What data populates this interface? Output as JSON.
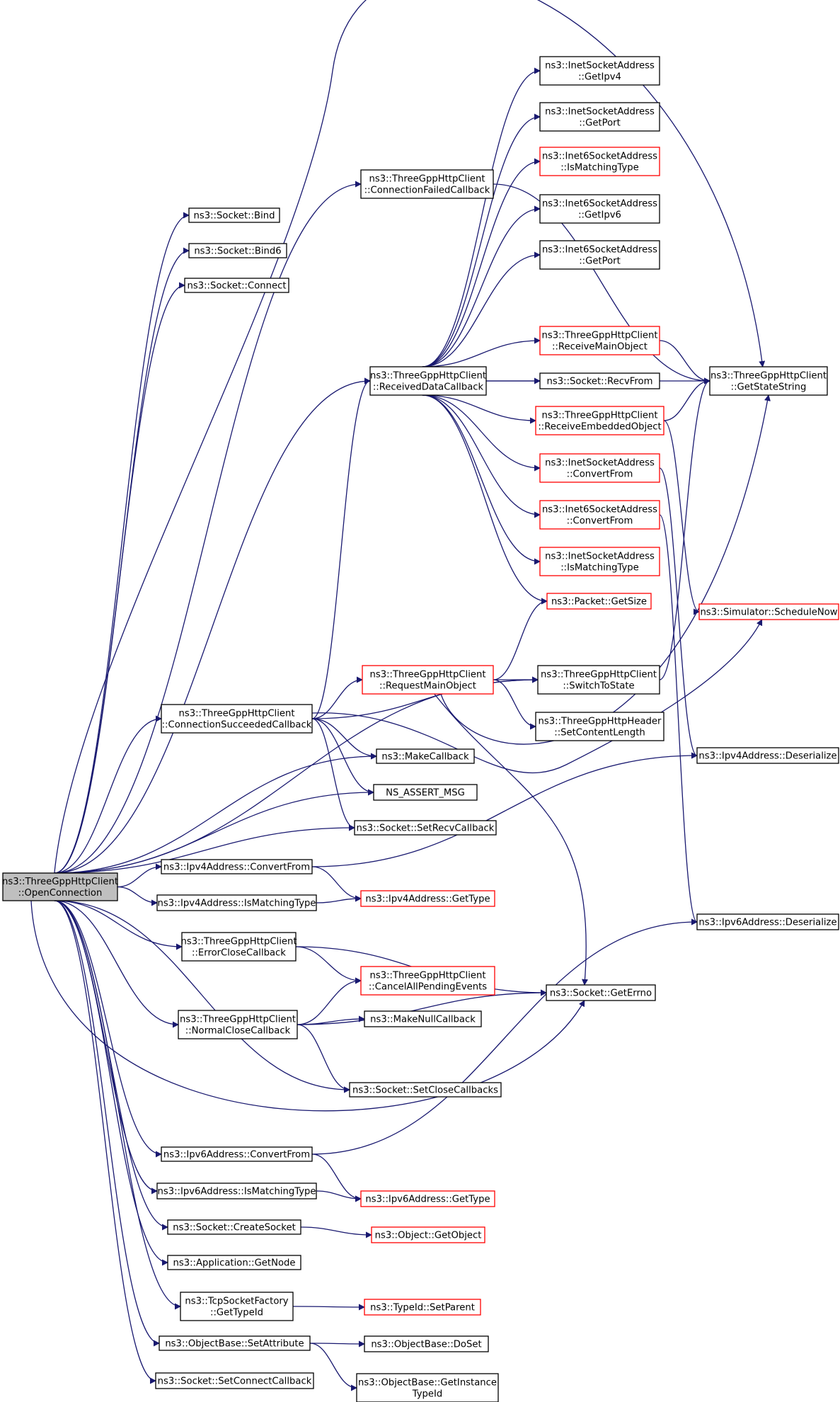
{
  "nodes": [
    {
      "id": "n_root",
      "lines": [
        "ns3::ThreeGppHttpClient",
        "::OpenConnection"
      ],
      "kind": "root"
    },
    {
      "id": "n_bind",
      "lines": [
        "ns3::Socket::Bind"
      ],
      "kind": "normal"
    },
    {
      "id": "n_bind6",
      "lines": [
        "ns3::Socket::Bind6"
      ],
      "kind": "normal"
    },
    {
      "id": "n_connect",
      "lines": [
        "ns3::Socket::Connect"
      ],
      "kind": "normal"
    },
    {
      "id": "n_connfail",
      "lines": [
        "ns3::ThreeGppHttpClient",
        "::ConnectionFailedCallback"
      ],
      "kind": "normal"
    },
    {
      "id": "n_recvdata",
      "lines": [
        "ns3::ThreeGppHttpClient",
        "::ReceivedDataCallback"
      ],
      "kind": "normal"
    },
    {
      "id": "n_connsucc",
      "lines": [
        "ns3::ThreeGppHttpClient",
        "::ConnectionSucceededCallback"
      ],
      "kind": "normal"
    },
    {
      "id": "n_makecb",
      "lines": [
        "ns3::MakeCallback"
      ],
      "kind": "normal"
    },
    {
      "id": "n_nsassert",
      "lines": [
        "NS_ASSERT_MSG"
      ],
      "kind": "normal"
    },
    {
      "id": "n_setrecvcb",
      "lines": [
        "ns3::Socket::SetRecvCallback"
      ],
      "kind": "normal"
    },
    {
      "id": "n_ip4conv",
      "lines": [
        "ns3::Ipv4Address::ConvertFrom"
      ],
      "kind": "normal"
    },
    {
      "id": "n_ip4match",
      "lines": [
        "ns3::Ipv4Address::IsMatchingType"
      ],
      "kind": "normal"
    },
    {
      "id": "n_errclose",
      "lines": [
        "ns3::ThreeGppHttpClient",
        "::ErrorCloseCallback"
      ],
      "kind": "normal"
    },
    {
      "id": "n_normclose",
      "lines": [
        "ns3::ThreeGppHttpClient",
        "::NormalCloseCallback"
      ],
      "kind": "normal"
    },
    {
      "id": "n_setclosecb",
      "lines": [
        "ns3::Socket::SetCloseCallbacks"
      ],
      "kind": "normal"
    },
    {
      "id": "n_ip6conv",
      "lines": [
        "ns3::Ipv6Address::ConvertFrom"
      ],
      "kind": "normal"
    },
    {
      "id": "n_ip6match",
      "lines": [
        "ns3::Ipv6Address::IsMatchingType"
      ],
      "kind": "normal"
    },
    {
      "id": "n_createsock",
      "lines": [
        "ns3::Socket::CreateSocket"
      ],
      "kind": "normal"
    },
    {
      "id": "n_getnode",
      "lines": [
        "ns3::Application::GetNode"
      ],
      "kind": "normal"
    },
    {
      "id": "n_tcptypeid",
      "lines": [
        "ns3::TcpSocketFactory",
        "::GetTypeId"
      ],
      "kind": "normal"
    },
    {
      "id": "n_setattr",
      "lines": [
        "ns3::ObjectBase::SetAttribute"
      ],
      "kind": "normal"
    },
    {
      "id": "n_setconncb",
      "lines": [
        "ns3::Socket::SetConnectCallback"
      ],
      "kind": "normal"
    },
    {
      "id": "n_reqmain",
      "lines": [
        "ns3::ThreeGppHttpClient",
        "::RequestMainObject"
      ],
      "kind": "red"
    },
    {
      "id": "n_ip4gettype",
      "lines": [
        "ns3::Ipv4Address::GetType"
      ],
      "kind": "red"
    },
    {
      "id": "n_cancelall",
      "lines": [
        "ns3::ThreeGppHttpClient",
        "::CancelAllPendingEvents"
      ],
      "kind": "red"
    },
    {
      "id": "n_makenullcb",
      "lines": [
        "ns3::MakeNullCallback"
      ],
      "kind": "normal"
    },
    {
      "id": "n_geterrno",
      "lines": [
        "ns3::Socket::GetErrno"
      ],
      "kind": "normal"
    },
    {
      "id": "n_ip6gettype",
      "lines": [
        "ns3::Ipv6Address::GetType"
      ],
      "kind": "red"
    },
    {
      "id": "n_getobject",
      "lines": [
        "ns3::Object::GetObject"
      ],
      "kind": "red"
    },
    {
      "id": "n_setparent",
      "lines": [
        "ns3::TypeId::SetParent"
      ],
      "kind": "red"
    },
    {
      "id": "n_doset",
      "lines": [
        "ns3::ObjectBase::DoSet"
      ],
      "kind": "normal"
    },
    {
      "id": "n_getinsttid",
      "lines": [
        "ns3::ObjectBase::GetInstance",
        "TypeId"
      ],
      "kind": "normal"
    },
    {
      "id": "n_inetgetip4",
      "lines": [
        "ns3::InetSocketAddress",
        "::GetIpv4"
      ],
      "kind": "normal"
    },
    {
      "id": "n_inetgetport",
      "lines": [
        "ns3::InetSocketAddress",
        "::GetPort"
      ],
      "kind": "normal"
    },
    {
      "id": "n_inet6match",
      "lines": [
        "ns3::Inet6SocketAddress",
        "::IsMatchingType"
      ],
      "kind": "red"
    },
    {
      "id": "n_inet6getip6",
      "lines": [
        "ns3::Inet6SocketAddress",
        "::GetIpv6"
      ],
      "kind": "normal"
    },
    {
      "id": "n_inet6getport",
      "lines": [
        "ns3::Inet6SocketAddress",
        "::GetPort"
      ],
      "kind": "normal"
    },
    {
      "id": "n_recvmain",
      "lines": [
        "ns3::ThreeGppHttpClient",
        "::ReceiveMainObject"
      ],
      "kind": "red"
    },
    {
      "id": "n_recvfrom",
      "lines": [
        "ns3::Socket::RecvFrom"
      ],
      "kind": "normal"
    },
    {
      "id": "n_recvemb",
      "lines": [
        "ns3::ThreeGppHttpClient",
        "::ReceiveEmbeddedObject"
      ],
      "kind": "red"
    },
    {
      "id": "n_inetconv",
      "lines": [
        "ns3::InetSocketAddress",
        "::ConvertFrom"
      ],
      "kind": "red"
    },
    {
      "id": "n_inet6conv",
      "lines": [
        "ns3::Inet6SocketAddress",
        "::ConvertFrom"
      ],
      "kind": "red"
    },
    {
      "id": "n_inetmatch",
      "lines": [
        "ns3::InetSocketAddress",
        "::IsMatchingType"
      ],
      "kind": "red"
    },
    {
      "id": "n_pktsize",
      "lines": [
        "ns3::Packet::GetSize"
      ],
      "kind": "red"
    },
    {
      "id": "n_switchstate",
      "lines": [
        "ns3::ThreeGppHttpClient",
        "::SwitchToState"
      ],
      "kind": "normal"
    },
    {
      "id": "n_setcontlen",
      "lines": [
        "ns3::ThreeGppHttpHeader",
        "::SetContentLength"
      ],
      "kind": "normal"
    },
    {
      "id": "n_getstatestr",
      "lines": [
        "ns3::ThreeGppHttpClient",
        "::GetStateString"
      ],
      "kind": "normal"
    },
    {
      "id": "n_schednow",
      "lines": [
        "ns3::Simulator::ScheduleNow"
      ],
      "kind": "red"
    },
    {
      "id": "n_ip4deser",
      "lines": [
        "ns3::Ipv4Address::Deserialize"
      ],
      "kind": "normal"
    },
    {
      "id": "n_ip6deser",
      "lines": [
        "ns3::Ipv6Address::Deserialize"
      ],
      "kind": "normal"
    }
  ],
  "edges": [
    [
      "n_root",
      "n_bind"
    ],
    [
      "n_root",
      "n_bind6"
    ],
    [
      "n_root",
      "n_connect"
    ],
    [
      "n_root",
      "n_connfail"
    ],
    [
      "n_root",
      "n_getstatestr"
    ],
    [
      "n_root",
      "n_recvdata"
    ],
    [
      "n_root",
      "n_connsucc"
    ],
    [
      "n_root",
      "n_switchstate"
    ],
    [
      "n_root",
      "n_makecb"
    ],
    [
      "n_root",
      "n_nsassert"
    ],
    [
      "n_root",
      "n_setrecvcb"
    ],
    [
      "n_root",
      "n_ip4conv"
    ],
    [
      "n_root",
      "n_ip4match"
    ],
    [
      "n_root",
      "n_errclose"
    ],
    [
      "n_root",
      "n_normclose"
    ],
    [
      "n_root",
      "n_setclosecb"
    ],
    [
      "n_root",
      "n_geterrno"
    ],
    [
      "n_root",
      "n_ip6conv"
    ],
    [
      "n_root",
      "n_ip6match"
    ],
    [
      "n_root",
      "n_createsock"
    ],
    [
      "n_root",
      "n_getnode"
    ],
    [
      "n_root",
      "n_tcptypeid"
    ],
    [
      "n_root",
      "n_setattr"
    ],
    [
      "n_root",
      "n_setconncb"
    ],
    [
      "n_connfail",
      "n_getstatestr"
    ],
    [
      "n_connsucc",
      "n_recvdata"
    ],
    [
      "n_connsucc",
      "n_reqmain"
    ],
    [
      "n_connsucc",
      "n_makecb"
    ],
    [
      "n_connsucc",
      "n_nsassert"
    ],
    [
      "n_connsucc",
      "n_setrecvcb"
    ],
    [
      "n_connsucc",
      "n_schednow"
    ],
    [
      "n_connsucc",
      "n_switchstate"
    ],
    [
      "n_recvdata",
      "n_inetgetip4"
    ],
    [
      "n_recvdata",
      "n_inetgetport"
    ],
    [
      "n_recvdata",
      "n_inet6match"
    ],
    [
      "n_recvdata",
      "n_inet6getip6"
    ],
    [
      "n_recvdata",
      "n_inet6getport"
    ],
    [
      "n_recvdata",
      "n_getstatestr"
    ],
    [
      "n_recvdata",
      "n_recvmain"
    ],
    [
      "n_recvdata",
      "n_recvfrom"
    ],
    [
      "n_recvdata",
      "n_recvemb"
    ],
    [
      "n_recvdata",
      "n_inetconv"
    ],
    [
      "n_recvdata",
      "n_inet6conv"
    ],
    [
      "n_recvdata",
      "n_inetmatch"
    ],
    [
      "n_recvdata",
      "n_pktsize"
    ],
    [
      "n_recvmain",
      "n_getstatestr"
    ],
    [
      "n_recvemb",
      "n_getstatestr"
    ],
    [
      "n_recvemb",
      "n_schednow"
    ],
    [
      "n_inetconv",
      "n_ip4deser"
    ],
    [
      "n_inet6conv",
      "n_ip6deser"
    ],
    [
      "n_reqmain",
      "n_pktsize"
    ],
    [
      "n_reqmain",
      "n_switchstate"
    ],
    [
      "n_reqmain",
      "n_setcontlen"
    ],
    [
      "n_reqmain",
      "n_getstatestr"
    ],
    [
      "n_reqmain",
      "n_geterrno"
    ],
    [
      "n_switchstate",
      "n_getstatestr"
    ],
    [
      "n_ip4conv",
      "n_ip4gettype"
    ],
    [
      "n_ip4conv",
      "n_ip4deser"
    ],
    [
      "n_ip4match",
      "n_ip4gettype"
    ],
    [
      "n_errclose",
      "n_cancelall"
    ],
    [
      "n_errclose",
      "n_geterrno"
    ],
    [
      "n_normclose",
      "n_cancelall"
    ],
    [
      "n_normclose",
      "n_makenullcb"
    ],
    [
      "n_normclose",
      "n_geterrno"
    ],
    [
      "n_normclose",
      "n_setclosecb"
    ],
    [
      "n_ip6conv",
      "n_ip6gettype"
    ],
    [
      "n_ip6conv",
      "n_ip6deser"
    ],
    [
      "n_ip6match",
      "n_ip6gettype"
    ],
    [
      "n_createsock",
      "n_getobject"
    ],
    [
      "n_tcptypeid",
      "n_setparent"
    ],
    [
      "n_setattr",
      "n_doset"
    ],
    [
      "n_setattr",
      "n_getinsttid"
    ]
  ],
  "colors": {
    "edge": "#191970",
    "box_border": "#000000",
    "box_border_red": "#ff0000",
    "root_fill": "#bfbfbf",
    "background": "#ffffff"
  }
}
